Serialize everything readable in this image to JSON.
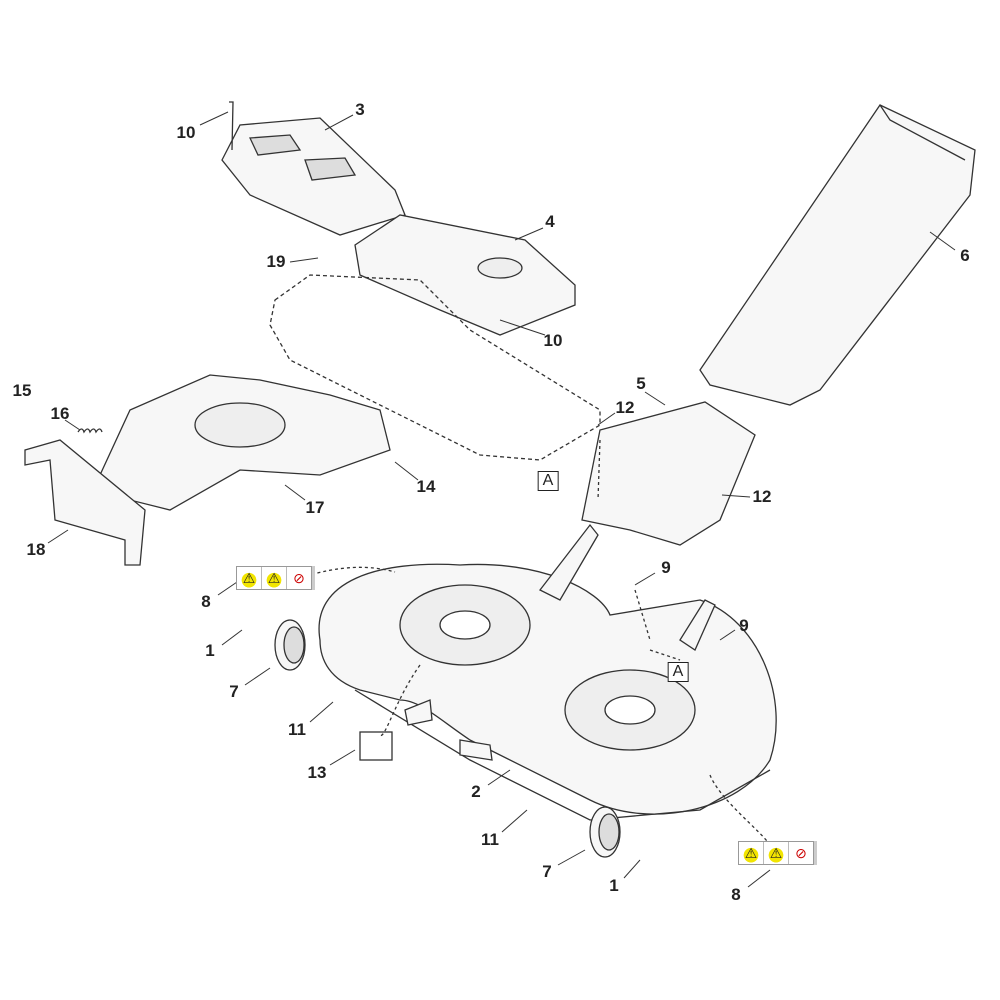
{
  "diagram": {
    "callouts": [
      "10",
      "3",
      "19",
      "4",
      "10",
      "6",
      "15",
      "16",
      "12",
      "5",
      "12",
      "14",
      "17",
      "18",
      "8",
      "9",
      "9",
      "1",
      "7",
      "11",
      "13",
      "2",
      "11",
      "7",
      "1",
      "8"
    ],
    "reference_marks": [
      "A",
      "A"
    ],
    "decal_icons": [
      "warning-triangle-icon",
      "blade-hazard-icon",
      "no-feet-icon"
    ],
    "colors": {
      "line": "#333333",
      "fill": "#f7f7f7",
      "warning": "#f2e500",
      "prohibit": "#cc0000"
    }
  }
}
